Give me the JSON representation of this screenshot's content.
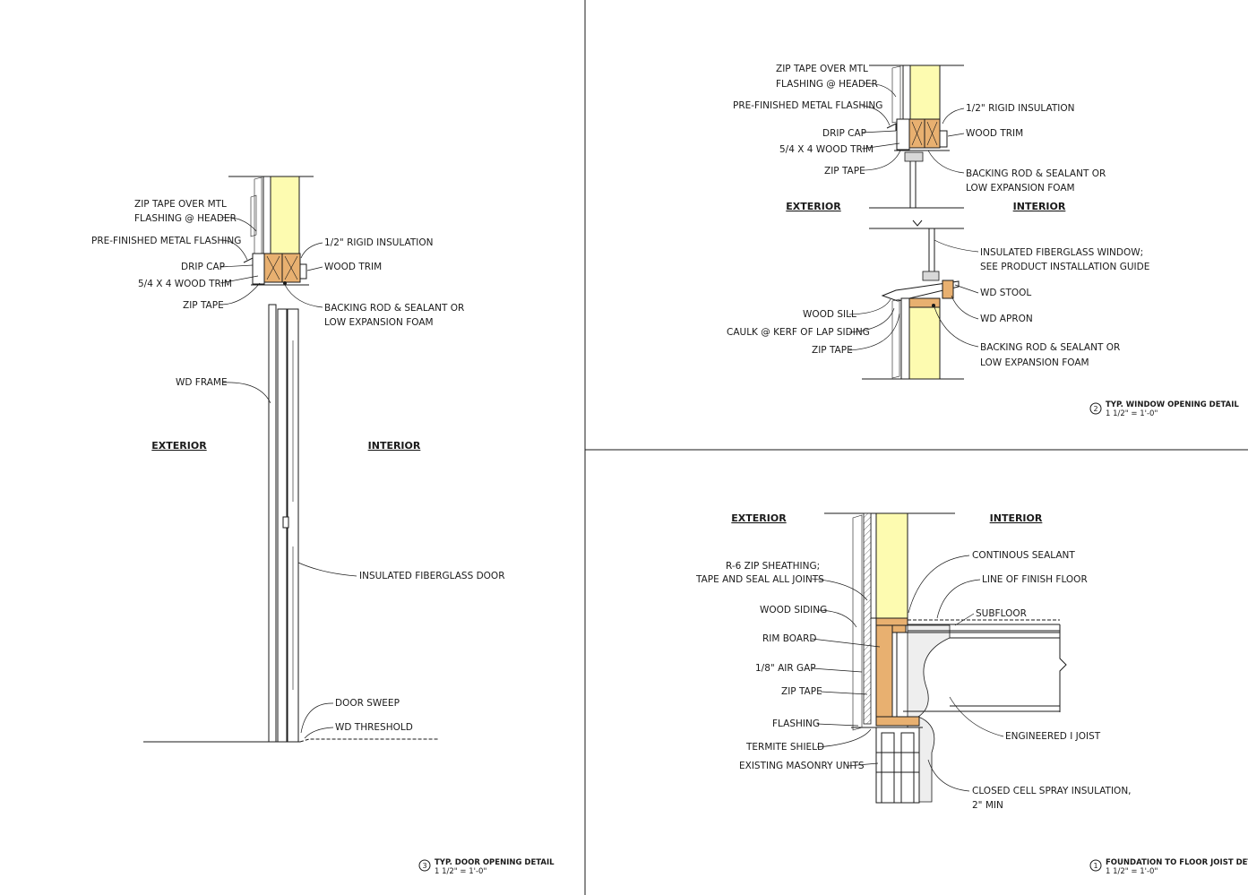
{
  "details": {
    "door": {
      "exterior": "EXTERIOR",
      "interior": "INTERIOR",
      "labels": [
        "ZIP TAPE OVER MTL",
        "FLASHING @ HEADER",
        "PRE-FINISHED METAL FLASHING",
        "DRIP CAP",
        "5/4 X 4 WOOD TRIM",
        "ZIP TAPE",
        "1/2\" RIGID INSULATION",
        "WOOD TRIM",
        "BACKING ROD & SEALANT OR",
        "LOW EXPANSION FOAM",
        "WD FRAME",
        "INSULATED FIBERGLASS DOOR",
        "DOOR SWEEP",
        "WD THRESHOLD"
      ],
      "number": "3",
      "title": "TYP. DOOR OPENING DETAIL",
      "scale": "1 1/2\" = 1'-0\""
    },
    "window": {
      "exterior": "EXTERIOR",
      "interior": "INTERIOR",
      "labels": [
        "ZIP TAPE OVER MTL",
        "FLASHING @ HEADER",
        "PRE-FINISHED METAL FLASHING",
        "DRIP CAP",
        "5/4 X 4 WOOD TRIM",
        "ZIP TAPE",
        "1/2\" RIGID INSULATION",
        "WOOD TRIM",
        "BACKING ROD & SEALANT OR",
        "LOW EXPANSION FOAM",
        "INSULATED FIBERGLASS WINDOW;",
        "SEE PRODUCT INSTALLATION GUIDE",
        "WD STOOL",
        "WD APRON",
        "WOOD SILL",
        "CAULK @ KERF OF LAP SIDING",
        "ZIP TAPE",
        "BACKING ROD & SEALANT OR",
        "LOW EXPANSION FOAM"
      ],
      "number": "2",
      "title": "TYP. WINDOW OPENING DETAIL",
      "scale": "1 1/2\" = 1'-0\""
    },
    "foundation": {
      "exterior": "EXTERIOR",
      "interior": "INTERIOR",
      "labels": [
        "R-6 ZIP SHEATHING;",
        "TAPE AND SEAL ALL JOINTS",
        "WOOD SIDING",
        "RIM BOARD",
        "1/8\" AIR GAP",
        "ZIP TAPE",
        "FLASHING",
        "TERMITE SHIELD",
        "EXISTING MASONRY UNITS",
        "CONTINOUS SEALANT",
        "LINE OF FINISH FLOOR",
        "SUBFLOOR",
        "ENGINEERED I JOIST",
        "CLOSED CELL SPRAY INSULATION,",
        "2\" MIN"
      ],
      "number": "1",
      "title": "FOUNDATION TO FLOOR JOIST DETAIL",
      "scale": "1 1/2\" = 1'-0\""
    }
  },
  "colors": {
    "insulation": "#fdfbb0",
    "wood": "#e8b070",
    "line": "#1a1a1a",
    "foam": "#eeeeee"
  }
}
